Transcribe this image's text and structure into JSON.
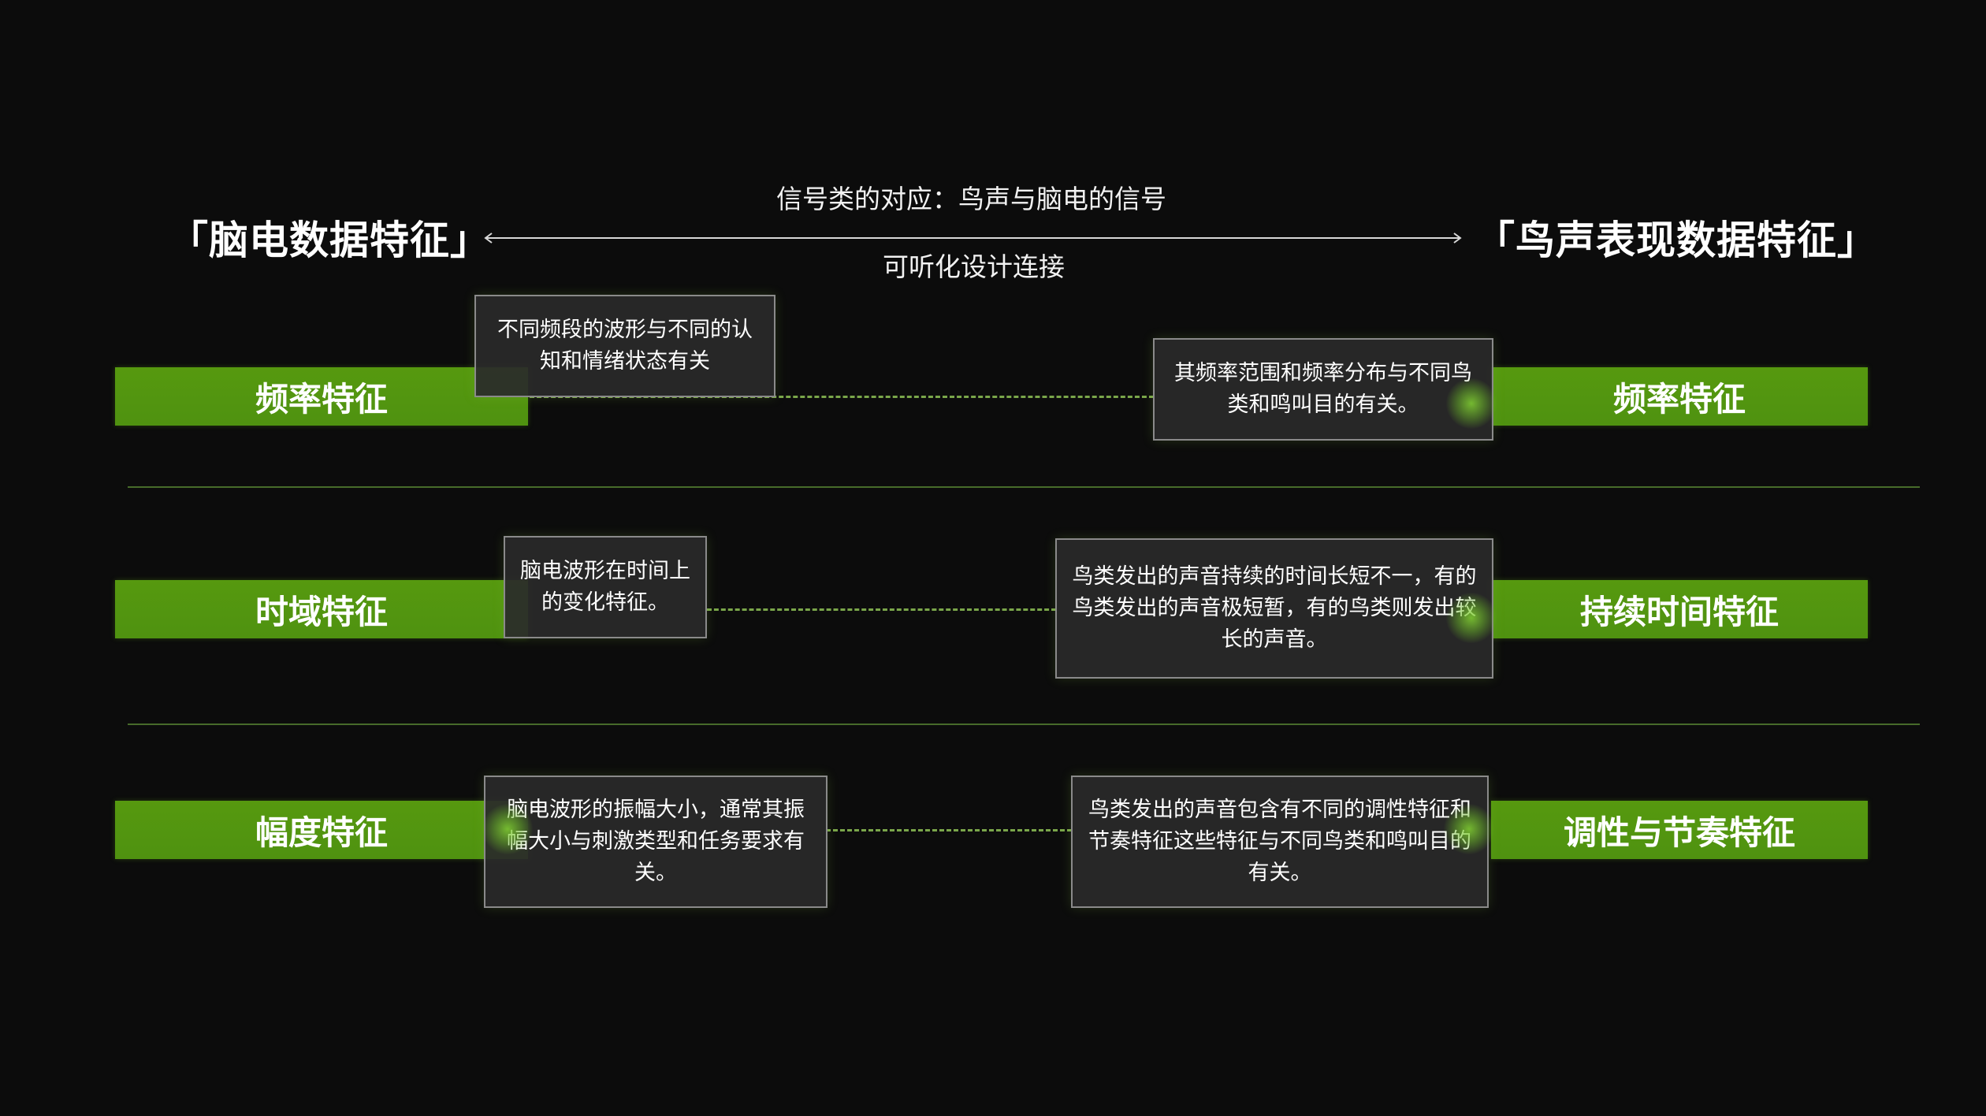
{
  "header": {
    "left_title": "「脑电数据特征」",
    "right_title": "「鸟声表现数据特征」",
    "center_top": "信号类的对应：鸟声与脑电的信号",
    "center_bottom": "可听化设计连接"
  },
  "rows": [
    {
      "left_label": "频率特征",
      "left_desc": "不同频段的波形与不同的认知和情绪状态有关",
      "right_label": "频率特征",
      "right_desc": "其频率范围和频率分布与不同鸟类和鸣叫目的有关。"
    },
    {
      "left_label": "时域特征",
      "left_desc": "脑电波形在时间上的变化特征。",
      "right_label": "持续时间特征",
      "right_desc": "鸟类发出的声音持续的时间长短不一，有的鸟类发出的声音极短暂，有的鸟类则发出较长的声音。"
    },
    {
      "left_label": "幅度特征",
      "left_desc": "脑电波形的振幅大小，通常其振幅大小与刺激类型和任务要求有关。",
      "right_label": "调性与节奏特征",
      "right_desc": "鸟类发出的声音包含有不同的调性特征和节奏特征这些特征与不同鸟类和鸣叫目的有关。"
    }
  ],
  "colors": {
    "background": "#0c0c0c",
    "bar_green": "#52960f",
    "dash_green": "#7aa64a",
    "box_fill": "#2a2a2a",
    "box_border": "#8a8a8a",
    "divider": "#476b2a"
  }
}
